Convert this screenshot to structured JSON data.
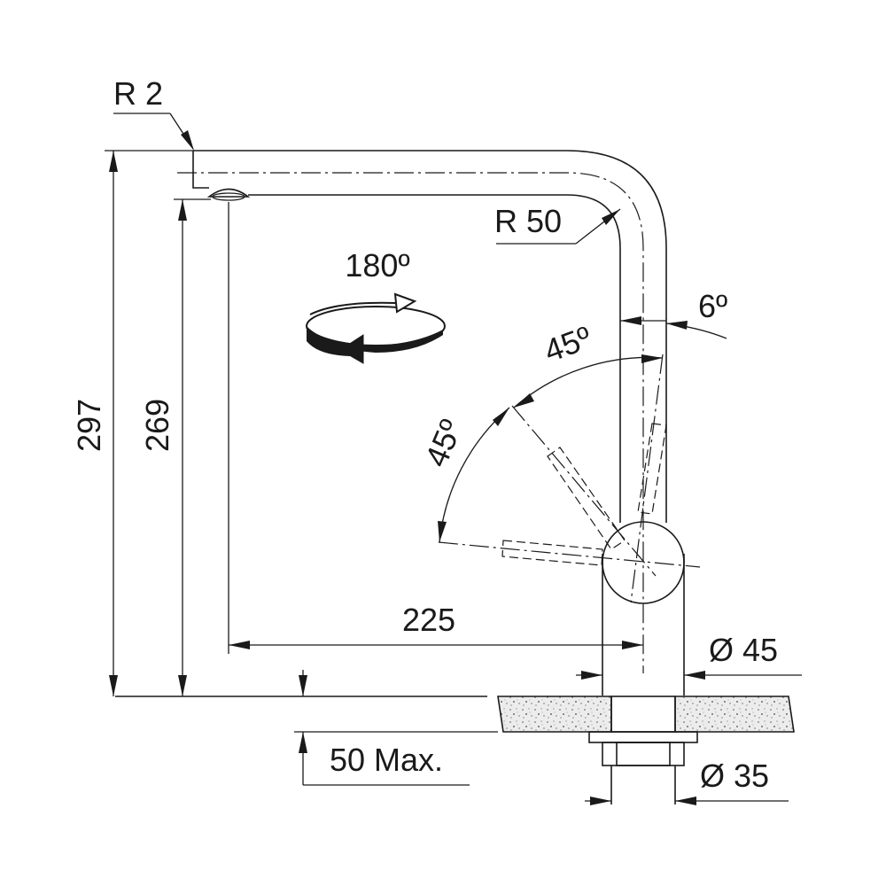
{
  "labels": {
    "tip_radius": "R 2",
    "bend_radius": "R 50",
    "rotation": "180º",
    "tilt_angle": "6º",
    "lever_angle_upper": "45º",
    "lever_angle_lower": "45º",
    "total_height": "297",
    "spout_clearance": "269",
    "spout_reach": "225",
    "body_diameter": "Ø 45",
    "max_thickness": "50 Max.",
    "shank_diameter": "Ø 35"
  },
  "colors": {
    "line": "#1a1a1a",
    "granite_fill": "#e8e8e8",
    "background": "#ffffff"
  },
  "icons": {
    "rotation": "rotation-arrow-icon"
  }
}
